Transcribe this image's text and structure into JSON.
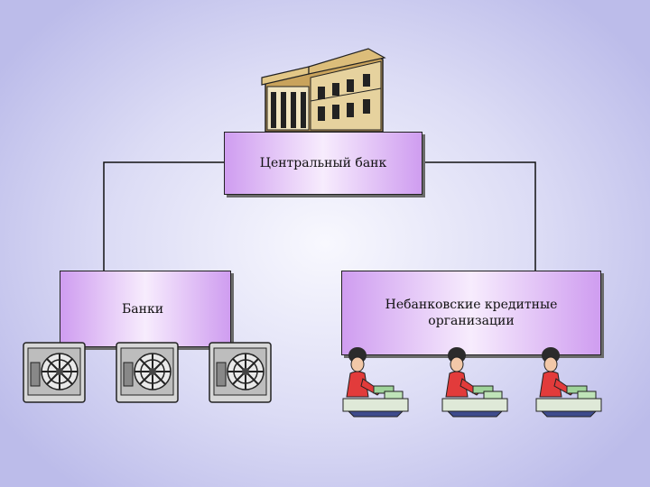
{
  "diagram": {
    "central": {
      "label": "Центральный банк",
      "icon": "bank-building-icon"
    },
    "banks": {
      "label": "Банки",
      "icon": "vault-safe-icon"
    },
    "nbco": {
      "label": "Небанковские кредитные организации",
      "icon": "clerk-at-desk-icon"
    }
  },
  "colors": {
    "box_fill_edge": "#cf9df0",
    "box_fill_center": "#f7ecfd",
    "line": "#111111",
    "background": "#dcdcf5"
  }
}
